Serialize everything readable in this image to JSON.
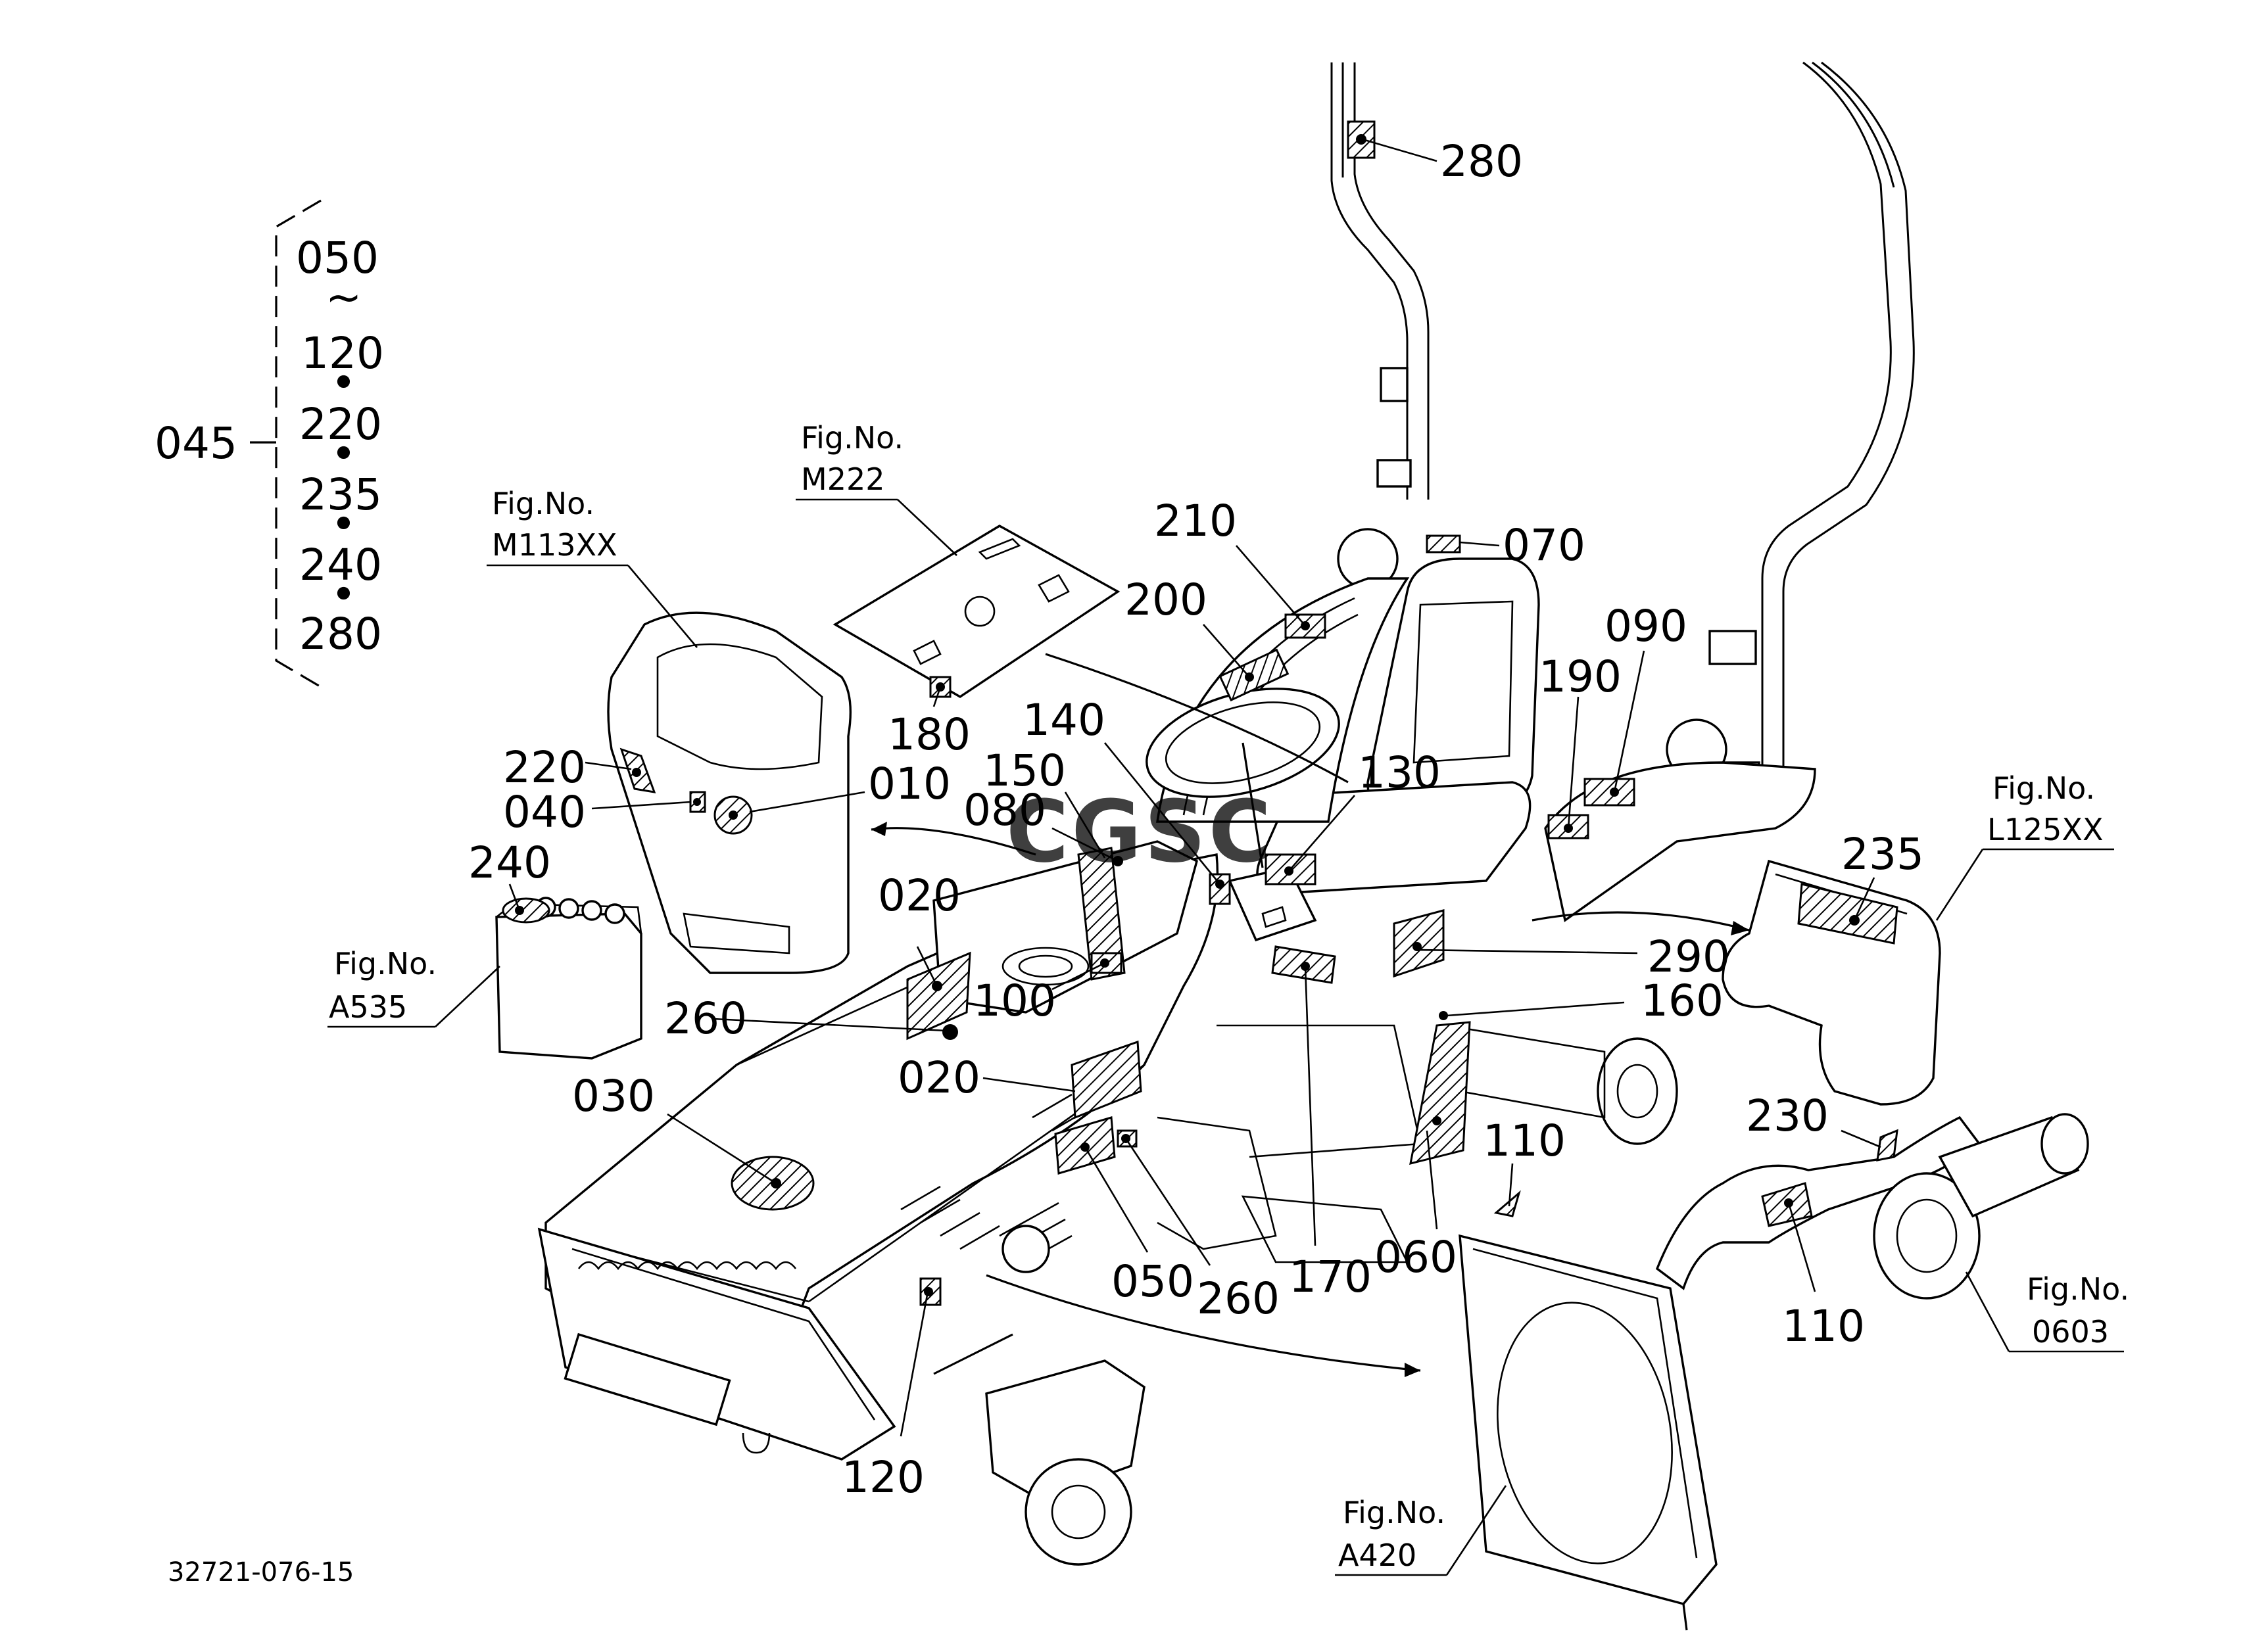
{
  "callouts": {
    "p280_top": "280",
    "p070": "070",
    "p210": "210",
    "p200": "200",
    "p090": "090",
    "p190": "190",
    "p130": "130",
    "p140": "140",
    "p150": "150",
    "p080": "080",
    "p180": "180",
    "p220": "220",
    "p040": "040",
    "p010": "010",
    "p240": "240",
    "p020_a": "020",
    "p020_b": "020",
    "p260_a": "260",
    "p100": "100",
    "p030": "030",
    "p235": "235",
    "p290": "290",
    "p160": "160",
    "p110_a": "110",
    "p230": "230",
    "p110_b": "110",
    "p060": "060",
    "p170": "170",
    "p050": "050",
    "p260_b": "260",
    "p120": "120"
  },
  "group": {
    "label": "045",
    "items": [
      "050",
      "120",
      "220",
      "235",
      "240",
      "280"
    ],
    "range_mark": "~",
    "separator": "•"
  },
  "fig_refs": {
    "m113xx": {
      "label": "Fig.No.",
      "code": "M113XX"
    },
    "m222": {
      "label": "Fig.No.",
      "code": "M222"
    },
    "a535": {
      "label": "Fig.No.",
      "code": "A535"
    },
    "l125xx": {
      "label": "Fig.No.",
      "code": "L125XX"
    },
    "f0603": {
      "label": "Fig.No.",
      "code": "0603"
    },
    "a420": {
      "label": "Fig.No.",
      "code": "A420"
    }
  },
  "watermark": "CGSC",
  "drawing_number": "32721-076-15"
}
